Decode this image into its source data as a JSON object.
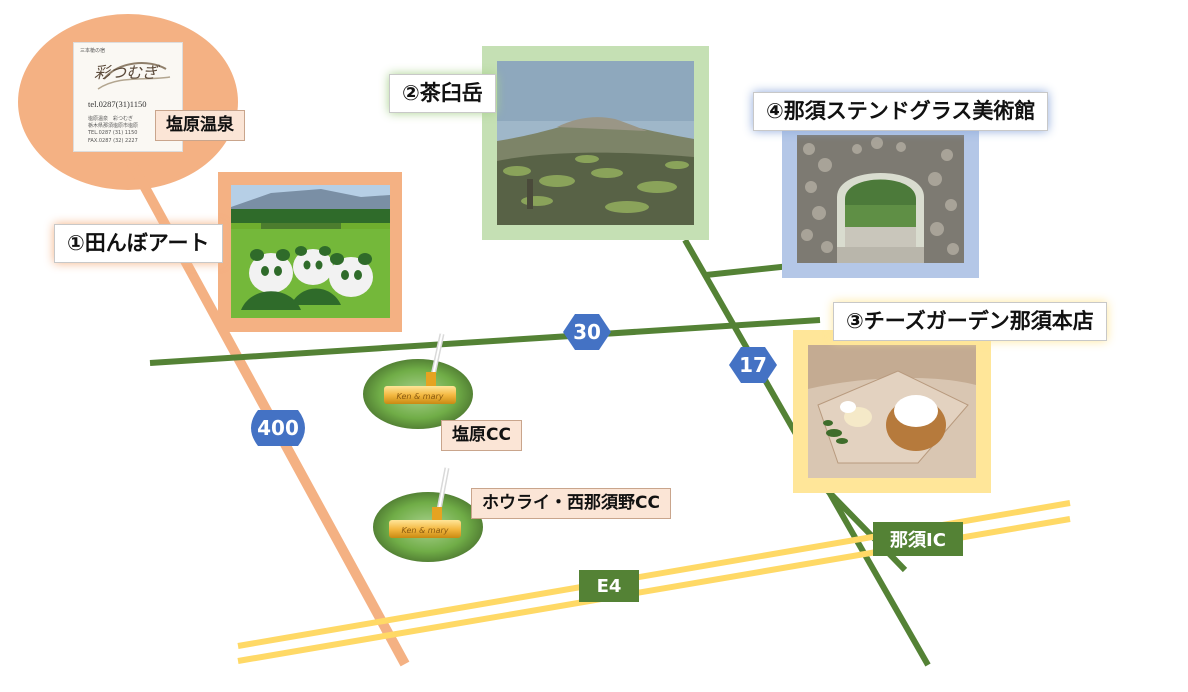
{
  "spots": {
    "tanbo": {
      "label": "①田んぼアート"
    },
    "chausu": {
      "label": "②茶臼岳"
    },
    "cheese": {
      "label": "③チーズガーデン那須本店"
    },
    "stained": {
      "label": "④那須ステンドグラス美術館"
    }
  },
  "onsen": {
    "label": "塩原温泉",
    "card": {
      "header": "三本槍の宿",
      "logo": "彩つむぎ",
      "phone": "tel.0287(31)1150",
      "line1": "塩原温泉　彩つむぎ",
      "line2": "栃木県那須塩原市塩原",
      "line3": "TEL.0287 (31) 1150",
      "line4": "FAX.0287 (32) 2227"
    }
  },
  "golf": {
    "shiobara": {
      "label": "塩原CC",
      "ball_text": "Ken & mary"
    },
    "hourai": {
      "label": "ホウライ・西那須野CC",
      "ball_text": "Ken & mary"
    }
  },
  "roads": {
    "r400": "400",
    "r30": "30",
    "r17": "17",
    "e4": "E4",
    "nasu_ic": "那須IC"
  },
  "colors": {
    "route400": "#f4b183",
    "green_road": "#548235",
    "expressway": "#ffd966",
    "shield": "#4472c4"
  }
}
